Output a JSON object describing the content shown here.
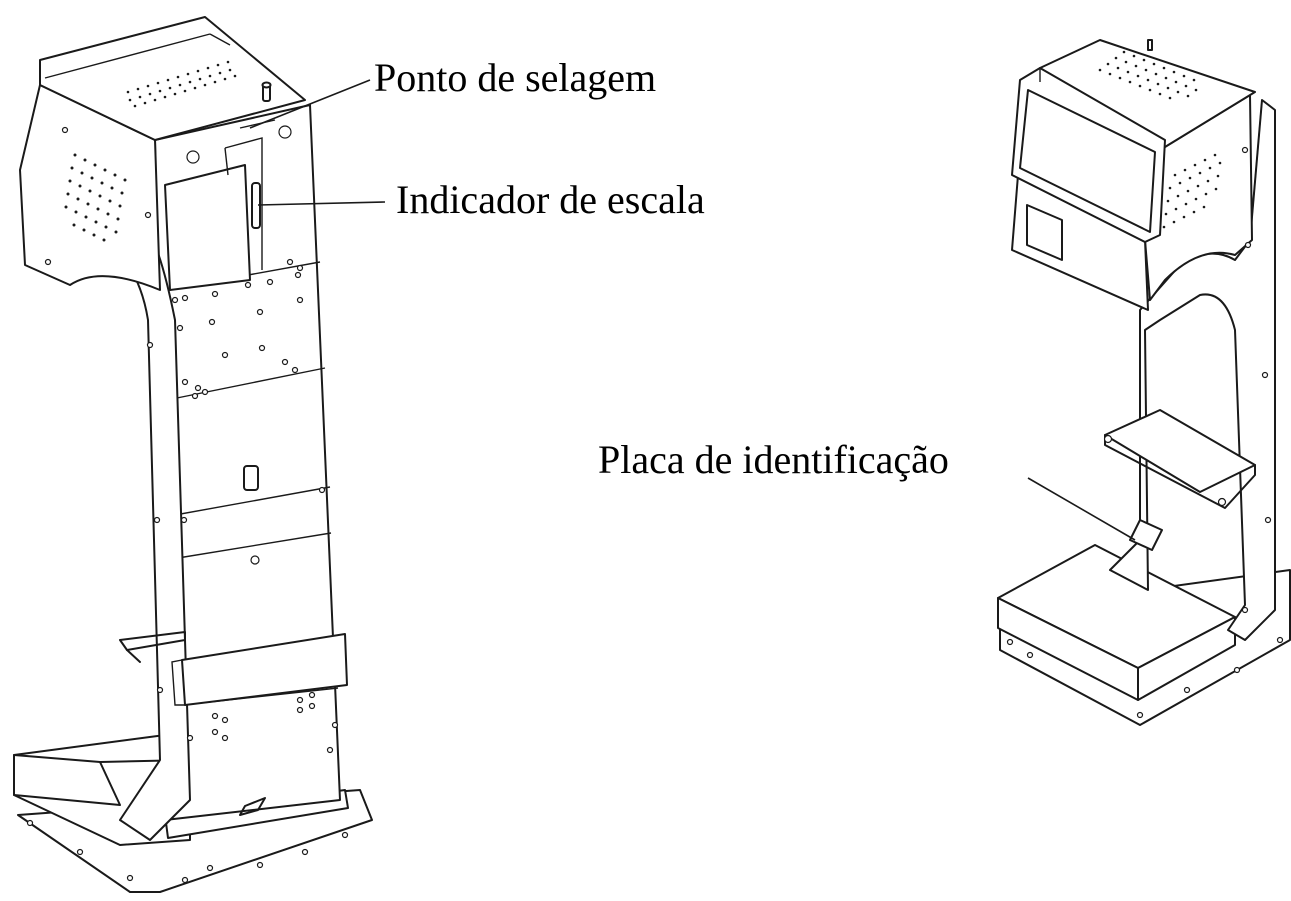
{
  "labels": {
    "sealing_point": "Ponto de selagem",
    "scale_indicator": "Indicador de escala",
    "identification_plate": "Placa de identificação"
  },
  "colors": {
    "line": "#1a1a1a",
    "background": "#ffffff",
    "text": "#000000"
  }
}
